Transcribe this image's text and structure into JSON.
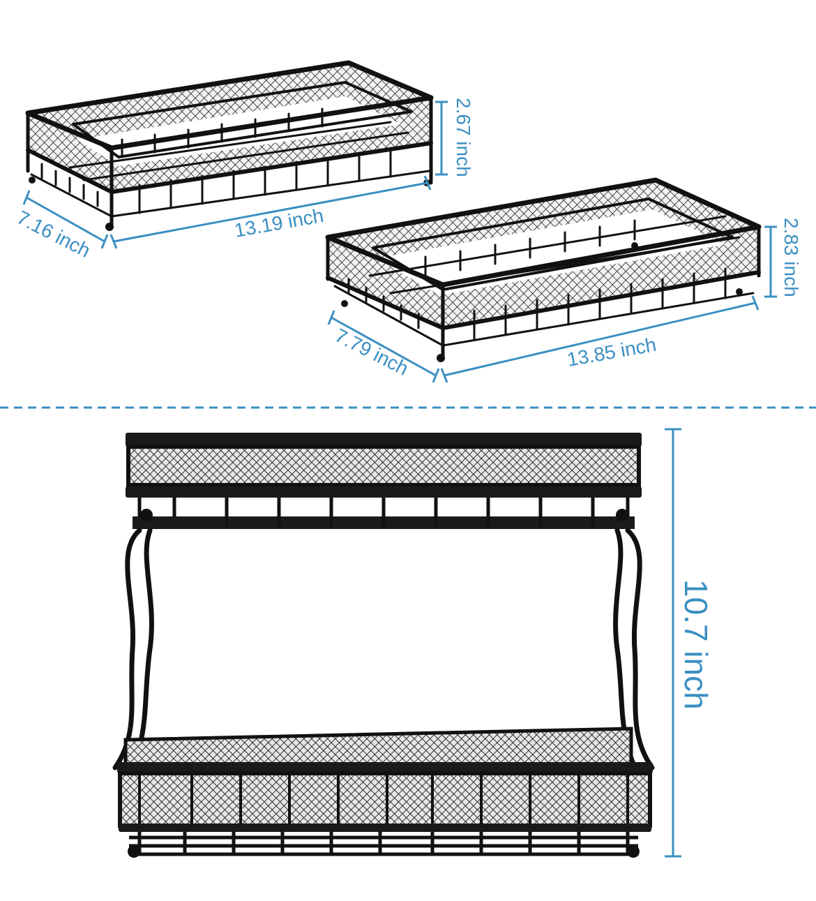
{
  "basket_top": {
    "height_label": "2.67 inch",
    "length_label": "13.19 inch",
    "width_label": "7.16 inch"
  },
  "basket_bottom": {
    "height_label": "2.83 inch",
    "length_label": "13.85 inch",
    "width_label": "7.79 inch"
  },
  "assembled": {
    "height_label": "10.7 inch"
  },
  "colors": {
    "dimension": "#3a8fc2",
    "frame": "#111111"
  }
}
